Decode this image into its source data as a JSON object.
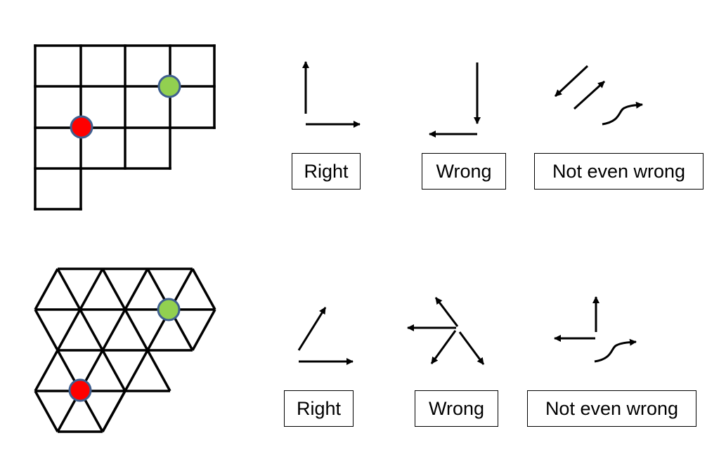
{
  "colors": {
    "line": "#000000",
    "start_dot": "#ff0000",
    "end_dot": "#92d050",
    "dot_outline": "#3f5f8f"
  },
  "square_row": {
    "grid": "square-lattice",
    "labels": {
      "right": "Right",
      "wrong": "Wrong",
      "not_even_wrong": "Not even wrong"
    }
  },
  "triangle_row": {
    "grid": "triangular-lattice",
    "labels": {
      "right": "Right",
      "wrong": "Wrong",
      "not_even_wrong": "Not even wrong"
    }
  }
}
